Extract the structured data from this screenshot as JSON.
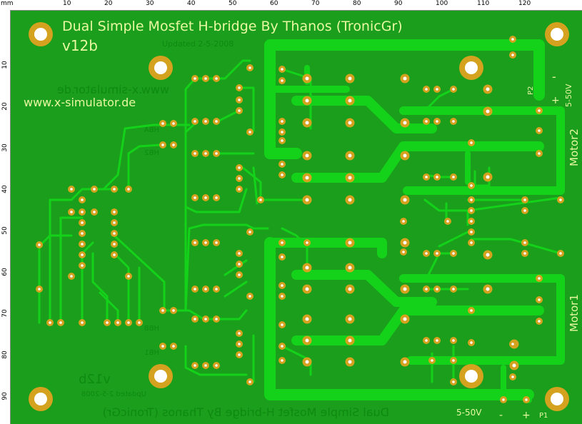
{
  "ruler": {
    "unit": "mm",
    "top_ticks": [
      "10",
      "20",
      "30",
      "40",
      "50",
      "60",
      "70",
      "80",
      "90",
      "100",
      "110",
      "120"
    ],
    "left_ticks": [
      "10",
      "20",
      "30",
      "40",
      "50",
      "60",
      "70",
      "80",
      "90"
    ]
  },
  "silkscreen": {
    "title": "Dual Simple Mosfet H-bridge  By Thanos (TronicGr)",
    "version": "v12b",
    "updated": "Updated 2-5-2008",
    "website1": "www.x-simulator.de",
    "website2": "www.x-simulator.de",
    "motor2": "Motor2",
    "motor1": "Motor1",
    "p2_voltage": "5-50V",
    "p2_minus": "-",
    "p2_plus": "+",
    "p2_label": "P2",
    "p1_voltage": "5-50V",
    "p1_minus": "-",
    "p1_plus": "+",
    "p1_label": "P1",
    "mirror_title": "Dual Simple Mosfet H-bridge  By Thanos (TronicGr)",
    "mirror_version": "v12b",
    "mirror_updated": "Updated 2-5-2008",
    "hb2": "HB2",
    "hb1": "HB1",
    "hb_a": "HBA",
    "hb_b": "HBB"
  },
  "colors": {
    "board": "#1a9e1c",
    "track": "#14d219",
    "pad": "#d4a21e",
    "hole": "#ffffff",
    "silk": "#e8f8a0"
  }
}
